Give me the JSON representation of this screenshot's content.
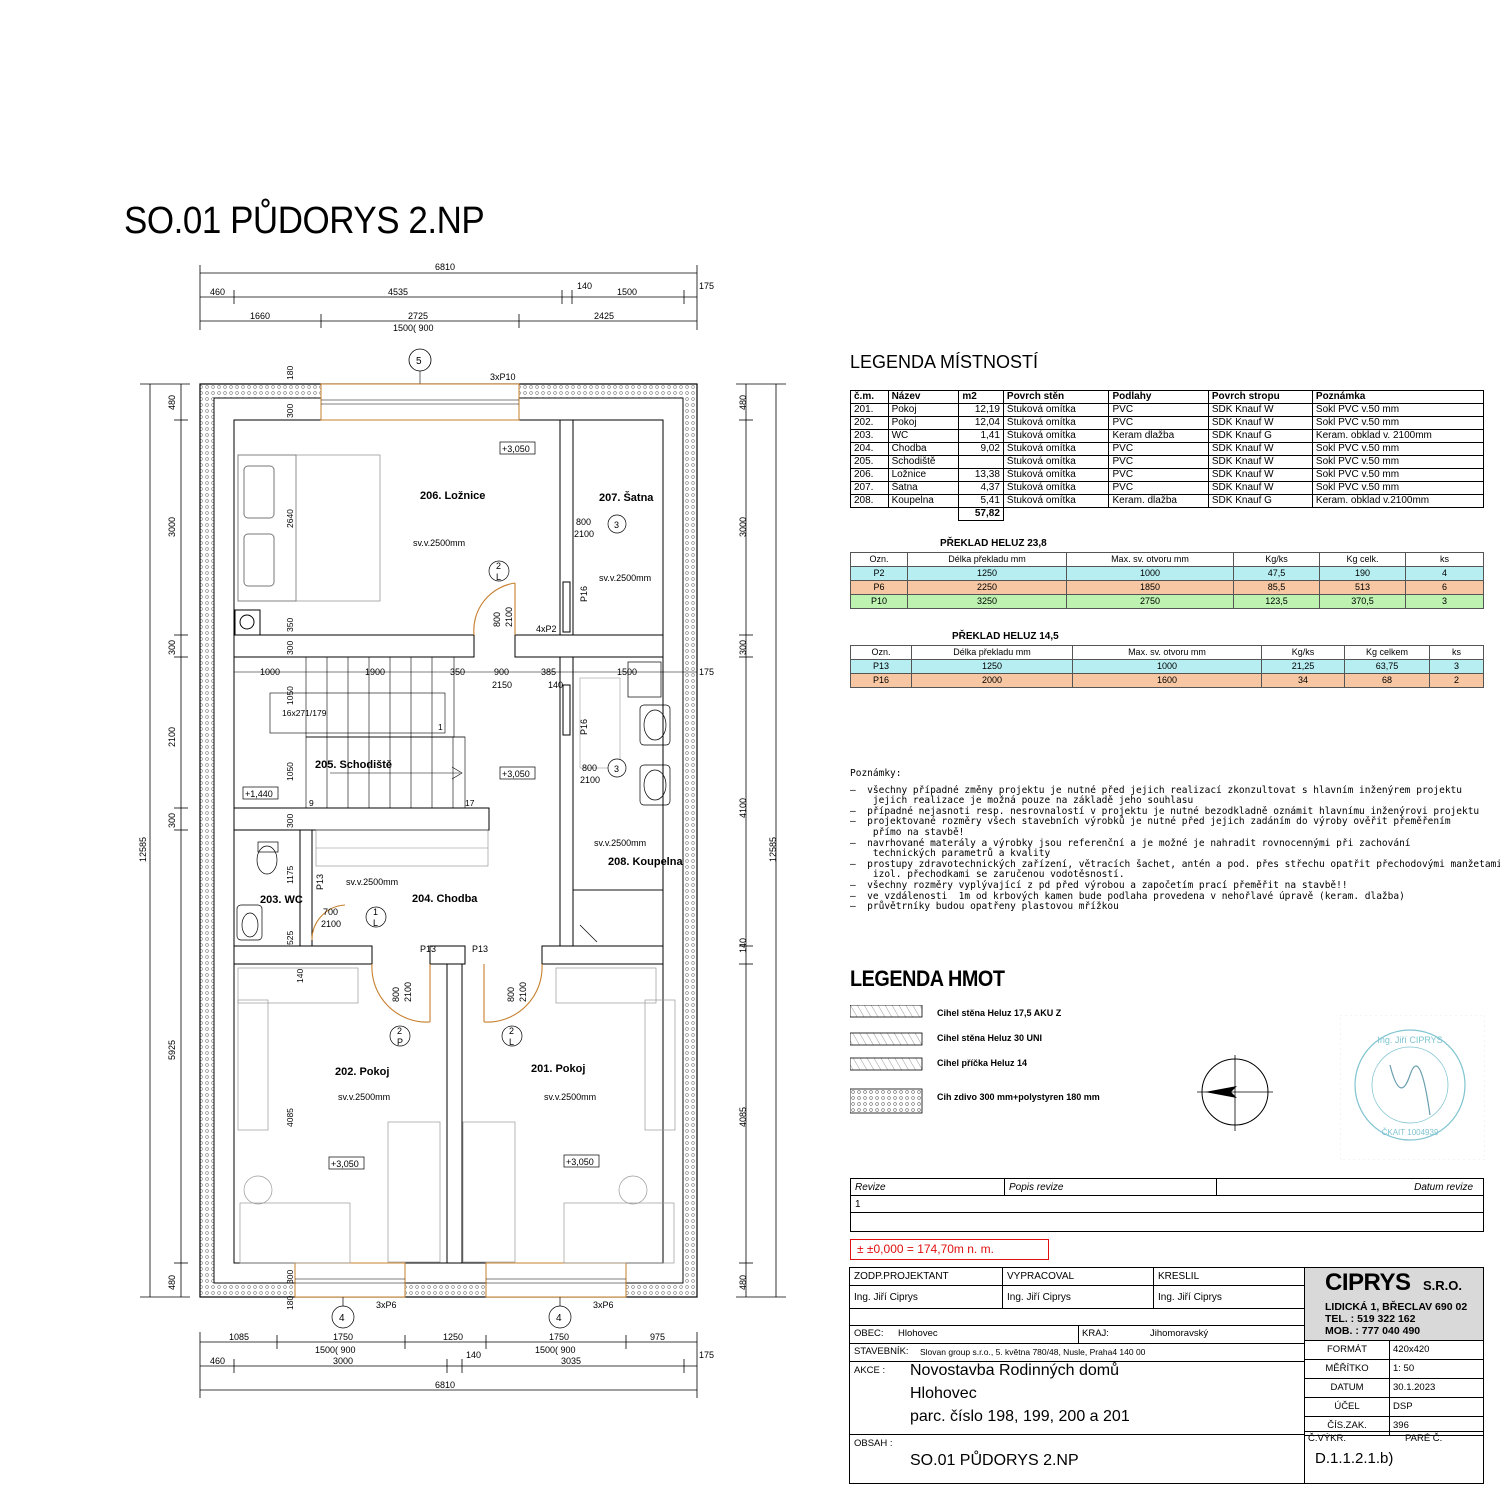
{
  "title": "SO.01 PŮDORYS 2.NP",
  "dimensions": {
    "top_total": "6810",
    "top_row1": [
      "460",
      "4535",
      "140",
      "1500",
      "175"
    ],
    "top_row2": [
      "1660",
      "2725",
      "2425"
    ],
    "top_row2_sub": "1500( 900",
    "bottom_row1": [
      "1085",
      "1750",
      "1250",
      "1750",
      "975"
    ],
    "bottom_sub1": "1500( 900",
    "bottom_sub2": "1500( 900",
    "bottom_row2": [
      "460",
      "3000",
      "140",
      "3035",
      "175"
    ],
    "bottom_total": "6810",
    "left_side": [
      "480",
      "3000",
      "300",
      "2100",
      "300",
      "5925",
      "480"
    ],
    "left_total": "12585",
    "right_side": [
      "480",
      "3000",
      "300",
      "4100",
      "140",
      "4085",
      "480"
    ],
    "right_total": "12585",
    "inner_left": [
      "180",
      "300",
      "2640",
      "350",
      "300",
      "1050",
      "1050",
      "300",
      "1175",
      "525",
      "140",
      "4085",
      "300",
      "180"
    ],
    "interior_row": [
      "1000",
      "1900",
      "350",
      "900",
      "385",
      "1500",
      "175"
    ],
    "interior_sub": "2150",
    "misc": [
      "140",
      "16x271/179",
      "1",
      "9",
      "17"
    ]
  },
  "grid_markers": [
    "5",
    "4",
    "4"
  ],
  "lintel_labels": [
    "3xP10",
    "3xP6",
    "3xP6",
    "4xP2",
    "P16",
    "P16",
    "P13",
    "P13",
    "P13"
  ],
  "rooms": [
    {
      "label": "206. Ložnice",
      "ceiling": "sv.v.2500mm",
      "level": "+3,050"
    },
    {
      "label": "207. Šatna",
      "ceiling": "sv.v.2500mm"
    },
    {
      "label": "205. Schodiště",
      "level": "+1,440"
    },
    {
      "label": "204. Chodba",
      "ceiling": "sv.v.2500mm",
      "level": "+3,050"
    },
    {
      "label": "208. Koupelna",
      "ceiling": "sv.v.2500mm"
    },
    {
      "label": "203. WC"
    },
    {
      "label": "202. Pokoj",
      "ceiling": "sv.v.2500mm",
      "level": "+3,050"
    },
    {
      "label": "201. Pokoj",
      "ceiling": "sv.v.2500mm",
      "level": "+3,050"
    }
  ],
  "doors": [
    {
      "w": "800",
      "h": "2100",
      "num": "3"
    },
    {
      "w": "800",
      "h": "2100",
      "num": "2",
      "side": "L"
    },
    {
      "w": "800",
      "h": "2100",
      "num": "3"
    },
    {
      "w": "700",
      "h": "2100",
      "num": "1",
      "side": "L"
    },
    {
      "w": "800",
      "h": "2100",
      "num": "2",
      "side": "P"
    },
    {
      "w": "800",
      "h": "2100",
      "num": "2",
      "side": "L"
    }
  ],
  "room_legend": {
    "title": "LEGENDA MÍSTNOSTÍ",
    "headers": [
      "č.m.",
      "Název",
      "m2",
      "Povrch stěn",
      "Podlahy",
      "Povrch stropu",
      "Poznámka"
    ],
    "rows": [
      [
        "201.",
        "Pokoj",
        "12,19",
        "Štuková omítka",
        "PVC",
        "SDK Knauf W",
        "Sokl PVC v.50 mm"
      ],
      [
        "202.",
        "Pokoj",
        "12,04",
        "Štuková omítka",
        "PVC",
        "SDK Knauf W",
        "Sokl PVC v.50 mm"
      ],
      [
        "203.",
        "WC",
        "1,41",
        "Štuková omítka",
        "Keram dlažba",
        "SDK Knauf G",
        "Keram. obklad v. 2100mm"
      ],
      [
        "204.",
        "Chodba",
        "9,02",
        "Štuková omítka",
        "PVC",
        "SDK Knauf W",
        "Sokl PVC v.50 mm"
      ],
      [
        "205.",
        "Schodiště",
        "",
        "Štuková omítka",
        "PVC",
        "SDK Knauf W",
        "Sokl PVC v.50 mm"
      ],
      [
        "206.",
        "Ložnice",
        "13,38",
        "Štuková omítka",
        "PVC",
        "SDK Knauf W",
        "Sokl PVC v.50 mm"
      ],
      [
        "207.",
        "Šatna",
        "4,37",
        "Štuková omítka",
        "PVC",
        "SDK Knauf W",
        "Sokl PVC v.50 mm"
      ],
      [
        "208.",
        "Koupelna",
        "5,41",
        "Štuková omítka",
        "Keram. dlažba",
        "SDK Knauf G",
        "Keram. obklad v.2100mm"
      ]
    ],
    "total": "57,82"
  },
  "lintel_238": {
    "title": "PŘEKLAD HELUZ 23,8",
    "headers": [
      "Ozn.",
      "Délka překladu mm",
      "Max. sv. otvoru mm",
      "Kg/ks",
      "Kg celk.",
      "ks"
    ],
    "rows": [
      [
        "P2",
        "1250",
        "1000",
        "47,5",
        "190",
        "4"
      ],
      [
        "P6",
        "2250",
        "1850",
        "85,5",
        "513",
        "6"
      ],
      [
        "P10",
        "3250",
        "2750",
        "123,5",
        "370,5",
        "3"
      ]
    ],
    "row_colors": [
      "#b6eef2",
      "#f6c7a2",
      "#bdf2b0"
    ]
  },
  "lintel_145": {
    "title": "PŘEKLAD HELUZ 14,5",
    "headers": [
      "Ozn.",
      "Délka překladu mm",
      "Max. sv. otvoru mm",
      "Kg/ks",
      "Kg celkem",
      "ks"
    ],
    "rows": [
      [
        "P13",
        "1250",
        "1000",
        "21,25",
        "63,75",
        "3"
      ],
      [
        "P16",
        "2000",
        "1600",
        "34",
        "68",
        "2"
      ]
    ],
    "row_colors": [
      "#b6eef2",
      "#f6c7a2"
    ]
  },
  "notes": {
    "title": "Poznámky:",
    "lines": [
      "–  všechny případné změny projektu je nutné před jejich realizací zkonzultovat s hlavním inženýrem projektu",
      "    jejich realizace je možná pouze na základě jeho souhlasu",
      "–  případné nejasnoti resp. nesrovnalostí v projektu je nutné bezodkladně oznámit hlavnímu inženýrovi projektu",
      "–  projektované rozměry všech stavebních výrobků je nutné před jejich zadáním do výroby ověřit přeměřením",
      "    přímo na stavbě!",
      "–  navrhované materály a výrobky jsou referenční a je možné je nahradit rovnocennými při zachování",
      "    technických parametrů a kvality",
      "–  prostupy zdravotechnických zařízení, větracích šachet, antén a pod. přes střechu opatřit přechodovými manžetami,",
      "    izol. přechodkami se zaručenou vodotěsností.",
      "–  všechny rozměry vyplývající z pd před výrobou a započetím prací přeměřit na stavbě!!",
      "–  ve vzdálenosti  1m od krbových kamen bude podlaha provedena v nehořlavé úpravě (keram. dlažba)",
      "–  průvětrníky budou opatřeny plastovou mřížkou"
    ]
  },
  "materials": {
    "title": "LEGENDA HMOT",
    "items": [
      "Cihel stěna Heluz 17,5 AKU Z",
      "Cihel stěna Heluz 30 UNI",
      "Cihel příčka Heluz 14",
      "Cih zdivo 300 mm+polystyren 180 mm"
    ]
  },
  "revision": {
    "headers": [
      "Revize",
      "Popis revize",
      "Datum revize"
    ],
    "row": "1"
  },
  "elevation": "± ±0,000 = 174,70m n. m.",
  "title_block": {
    "zodp_label": "ZODP.PROJEKTANT",
    "vypracoval_label": "VYPRACOVAL",
    "kreslil_label": "KRESLIL",
    "zodp": "Ing. Jiří Ciprys",
    "vypracoval": "Ing. Jiří Ciprys",
    "kreslil": "Ing. Jiří Ciprys",
    "obec_label": "OBEC:",
    "obec": "Hlohovec",
    "kraj_label": "KRAJ:",
    "kraj": "Jihomoravský",
    "stavebnik_label": "STAVEBNÍK:",
    "stavebnik": "Slovan group s.r.o., 5. května 780/48, Nusle, Praha4  140 00",
    "akce_label": "AKCE :",
    "akce": [
      "Novostavba Rodinných domů",
      "Hlohovec",
      "parc. číslo 198, 199, 200 a 201"
    ],
    "obsah_label": "OBSAH :",
    "obsah": "SO.01 PŮDORYS 2.NP",
    "company": "CIPRYS",
    "company_suffix": "S.R.O.",
    "address": "LIDICKÁ 1, BŘECLAV 690 02",
    "tel": "TEL. : 519 322 162",
    "mob": "MOB. : 777 040 490",
    "fields": [
      [
        "FORMÁT",
        "420x420"
      ],
      [
        "MĚŘÍTKO",
        "1: 50"
      ],
      [
        "DATUM",
        "30.1.2023"
      ],
      [
        "ÚČEL",
        "DSP"
      ],
      [
        "ČÍS.ZAK.",
        "396"
      ]
    ],
    "cvykr_label": "Č.VÝKR.",
    "pare_label": "PARÉ Č.",
    "cvykr": "D.1.1.2.1.b)"
  },
  "stamp_text": [
    "Ing. Jiří CIPRYS",
    "ČKAIT 1004939"
  ],
  "colors": {
    "door_swing": "#c77f2c",
    "elevation_red": "#e01010",
    "stamp": "#7fc4d0"
  }
}
